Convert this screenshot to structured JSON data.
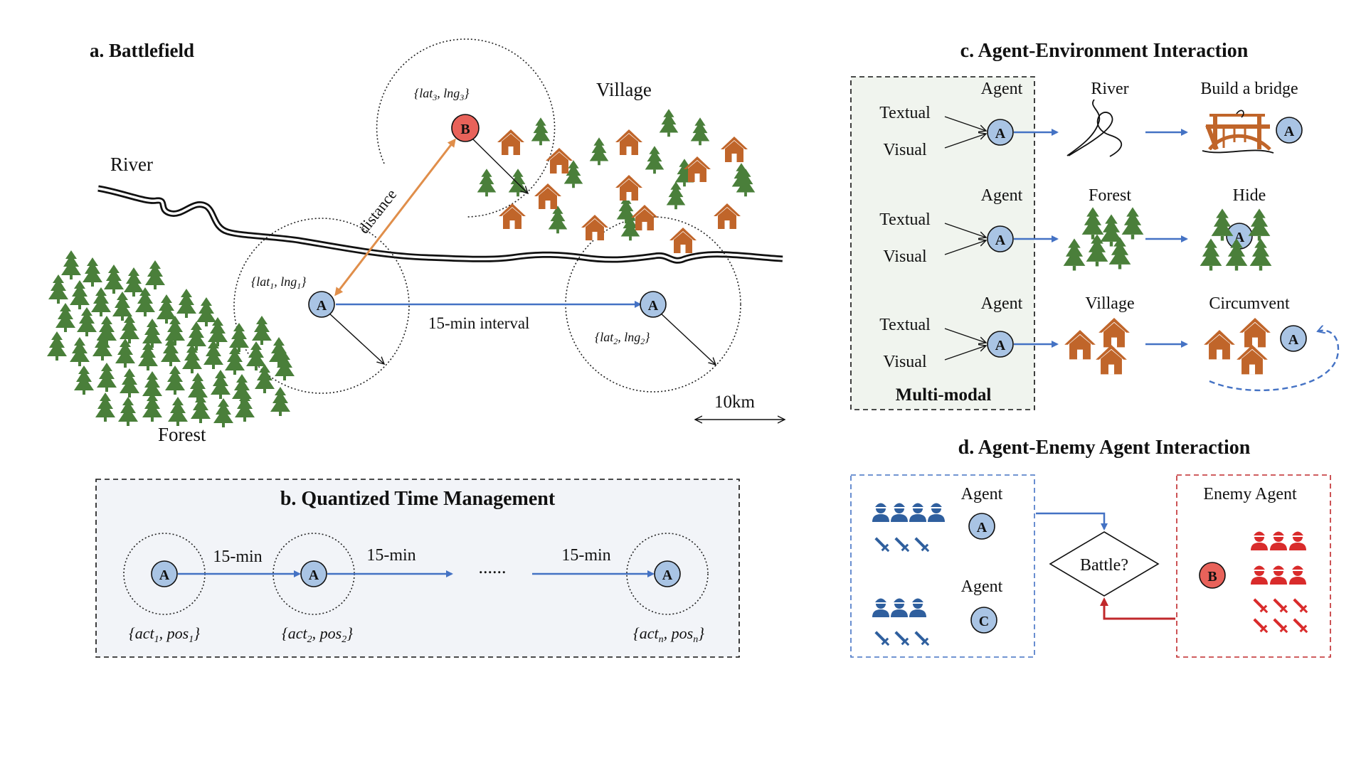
{
  "colors": {
    "agent_fill": "#a9c4e4",
    "enemy_fill": "#e8625a",
    "tree": "#4a7f3a",
    "house": "#c0652a",
    "arrow_blue": "#4472c4",
    "arrow_orange": "#e08e4a",
    "enemy_red": "#c0282b",
    "panel_fill": "#f0f4ee",
    "panel_b_fill": "#f2f4f8"
  },
  "icons": [
    "tree-icon",
    "house-icon",
    "soldier-icon",
    "sword-icon",
    "bridge-icon",
    "river-curve-icon"
  ],
  "panel_a": {
    "title": "a. Battlefield",
    "river": "River",
    "village": "Village",
    "forest": "Forest",
    "distance": "distance",
    "interval": "15-min interval",
    "scale": "10km",
    "agent_a": "A",
    "agent_b": "B",
    "pos1_lat": "lat",
    "pos1_sub1": "1",
    "pos1_lng": "lng",
    "pos1_sub2": "1",
    "pos2_lat": "lat",
    "pos2_sub1": "2",
    "pos2_lng": "lng",
    "pos2_sub2": "2",
    "pos3_lat": "lat",
    "pos3_sub1": "3",
    "pos3_lng": "lng",
    "pos3_sub2": "3"
  },
  "panel_b": {
    "title": "b. Quantized Time Management",
    "step1": "15-min",
    "step2": "15-min",
    "step3": "15-min",
    "ellipsis": "......",
    "agent": "A",
    "s1_act": "act",
    "s1_a": "1",
    "s1_pos": "pos",
    "s1_p": "1",
    "s2_act": "act",
    "s2_a": "2",
    "s2_pos": "pos",
    "s2_p": "2",
    "sn_act": "act",
    "sn_a": "n",
    "sn_pos": "pos",
    "sn_p": "n"
  },
  "panel_c": {
    "title": "c. Agent-Environment Interaction",
    "box_label": "Multi-modal",
    "rows": [
      {
        "agent": "Agent",
        "textual": "Textual",
        "visual": "Visual",
        "env": "River",
        "action": "Build a bridge"
      },
      {
        "agent": "Agent",
        "textual": "Textual",
        "visual": "Visual",
        "env": "Forest",
        "action": "Hide"
      },
      {
        "agent": "Agent",
        "textual": "Textual",
        "visual": "Visual",
        "env": "Village",
        "action": "Circumvent"
      }
    ],
    "agent": "A"
  },
  "panel_d": {
    "title": "d. Agent-Enemy Agent Interaction",
    "agent1": "Agent",
    "agent2": "Agent",
    "enemy": "Enemy Agent",
    "decision": "Battle?",
    "a_label": "A",
    "c_label": "C",
    "b_label": "B"
  }
}
